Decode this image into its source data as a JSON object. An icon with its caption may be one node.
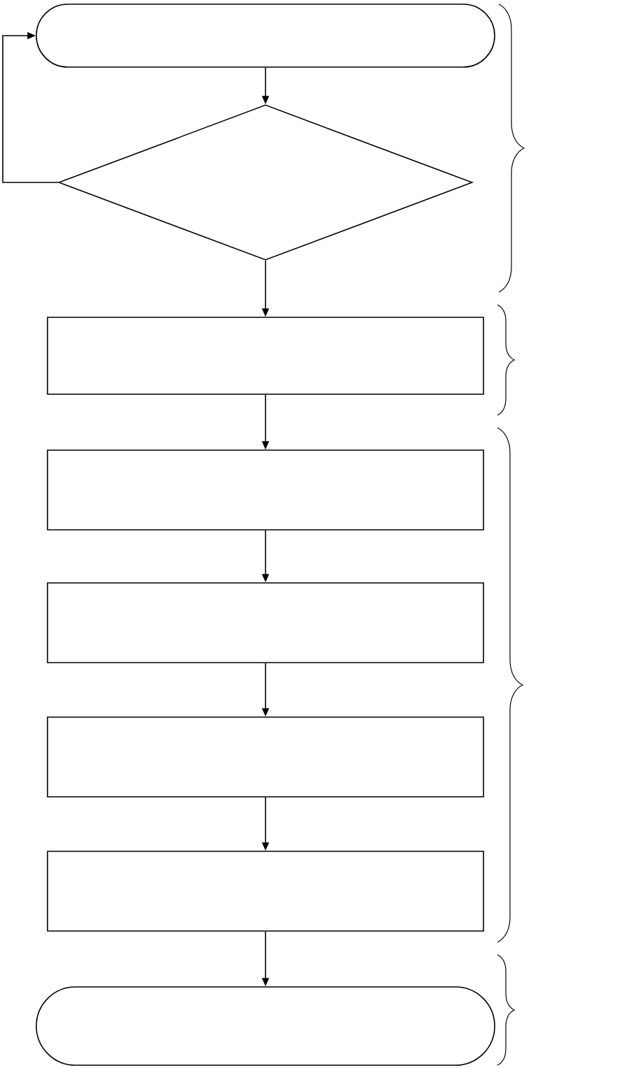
{
  "diagram": {
    "nodes": [
      {
        "text": [],
        "shape": "pill"
      },
      {
        "text": [],
        "shape": "diamond"
      },
      {
        "text": [],
        "shape": "box"
      },
      {
        "text": [],
        "shape": "box"
      },
      {
        "text": [],
        "shape": "box"
      },
      {
        "text": [],
        "shape": "box"
      },
      {
        "text": [],
        "shape": "box"
      },
      {
        "text": [],
        "shape": "pill"
      }
    ],
    "edges": [
      {
        "from": 0,
        "to": 1,
        "arrow": "to"
      },
      {
        "from": 1,
        "to": 0,
        "arrow": "to"
      },
      {
        "from": 1,
        "to": 2,
        "arrow": "to"
      },
      {
        "from": 2,
        "to": 3,
        "arrow": "to"
      },
      {
        "from": 3,
        "to": 4,
        "arrow": "to"
      },
      {
        "from": 4,
        "to": 5,
        "arrow": "to"
      },
      {
        "from": 5,
        "to": 6,
        "arrow": "to"
      },
      {
        "from": 6,
        "to": 7,
        "arrow": "to"
      }
    ]
  }
}
